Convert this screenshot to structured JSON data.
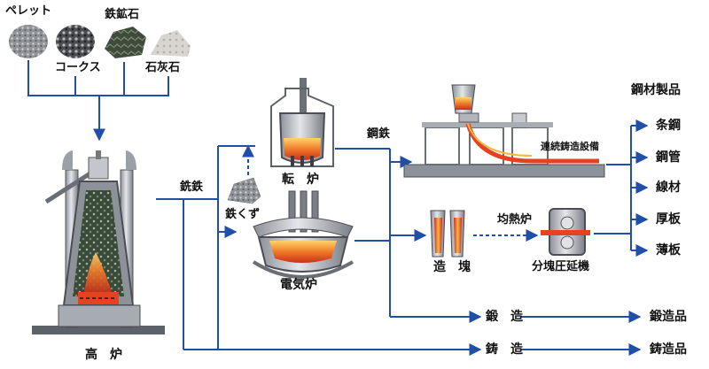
{
  "raw_materials": {
    "pellet": "ペレット",
    "iron_ore": "鉄鉱石",
    "coke": "コークス",
    "limestone": "石灰石"
  },
  "furnaces": {
    "blast_furnace": "高　炉",
    "converter": "転　炉",
    "electric_furnace": "電気炉"
  },
  "flow": {
    "pig_iron": "銑鉄",
    "scrap": "鉄くず",
    "steel": "鋼鉄",
    "continuous_casting": "連続鋳造設備",
    "soaking_pit": "均熱炉",
    "ingot_making": "造　塊",
    "blooming_mill": "分塊圧延機",
    "forging": "鍛　造",
    "casting": "鋳　造"
  },
  "products": {
    "header": "鋼材製品",
    "items": [
      "条鋼",
      "鋼管",
      "線材",
      "厚板",
      "薄板"
    ],
    "forged": "鍛造品",
    "cast": "鋳造品"
  },
  "colors": {
    "arrow": "#1f4fa6",
    "steel_gray": "#b9bcc2",
    "dark_gray": "#6f737a",
    "molten": "#e8561e",
    "glow": "#f9b53a"
  }
}
